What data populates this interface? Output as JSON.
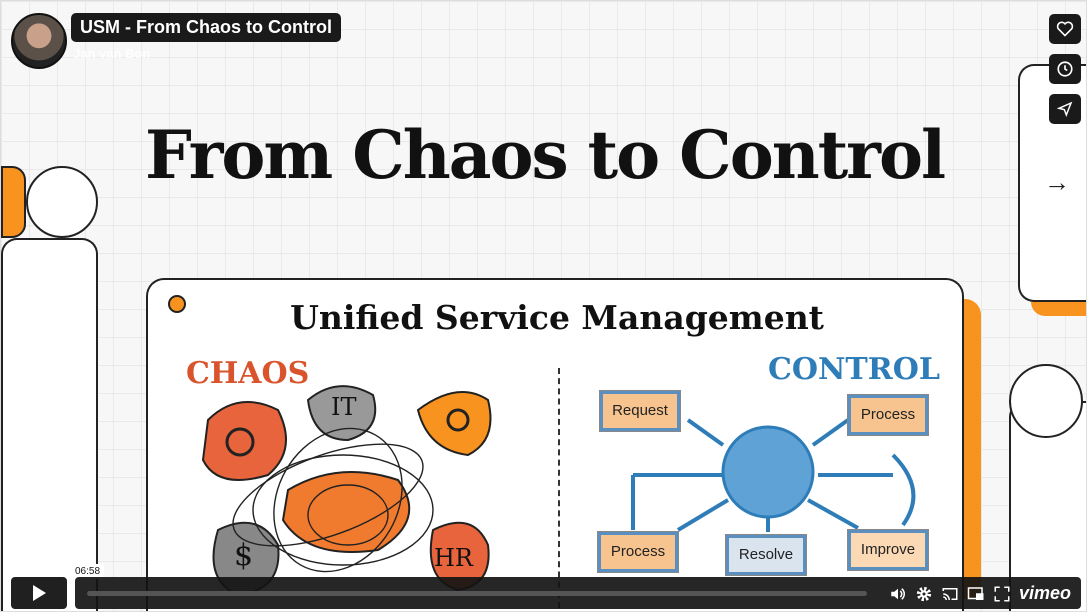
{
  "header": {
    "video_title": "USM - From Chaos to Control",
    "author": "Jan van Bon"
  },
  "slide": {
    "title": "From Chaos to Control",
    "card_title": "Unified Service Management",
    "chaos_label": "CHAOS",
    "control_label": "CONTROL",
    "chaos_blobs": [
      "IT",
      "$",
      "HR"
    ],
    "control_boxes": [
      "Request",
      "Process",
      "Process",
      "Resolve",
      "Improve"
    ]
  },
  "side_actions": [
    {
      "icon": "heart-icon"
    },
    {
      "icon": "clock-icon"
    },
    {
      "icon": "send-icon"
    }
  ],
  "player": {
    "time_tooltip": "06:58",
    "progress": 0.0,
    "brand": "vimeo"
  },
  "colors": {
    "accent_orange": "#f7931e",
    "chaos_red": "#d9542c",
    "control_blue": "#2e7db8"
  }
}
